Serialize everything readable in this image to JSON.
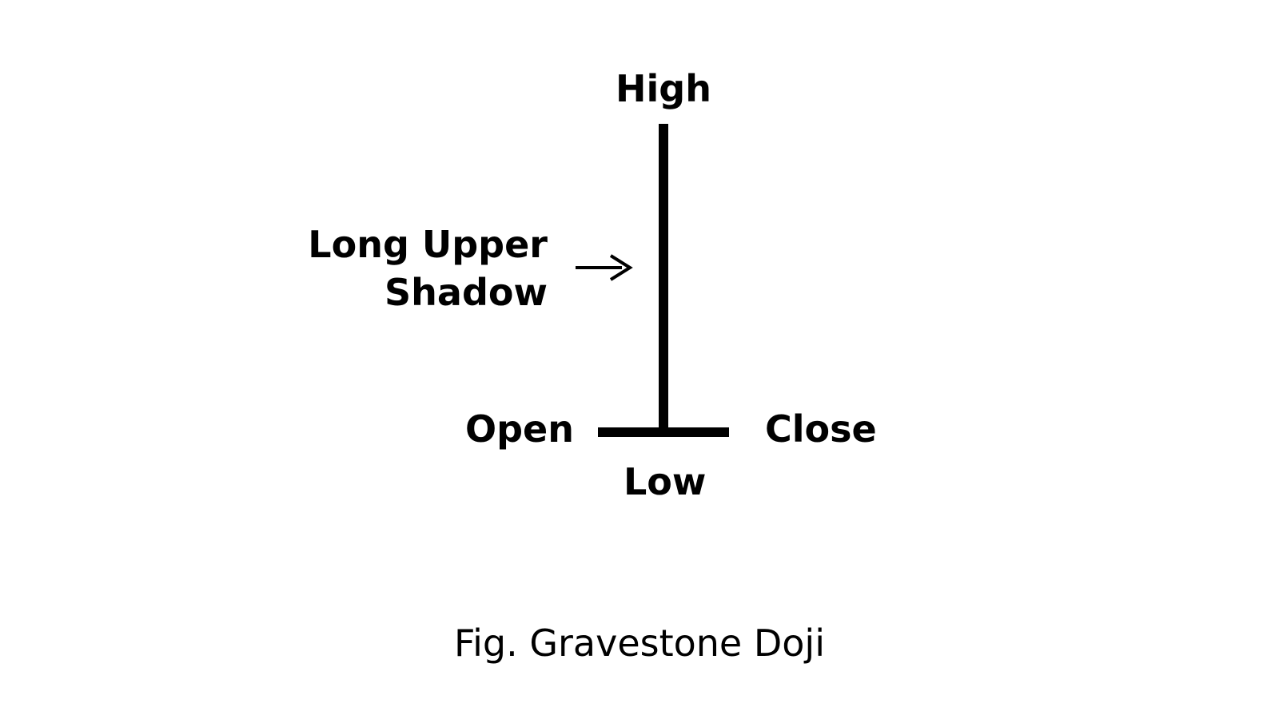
{
  "labels": {
    "high": "High",
    "open": "Open",
    "close": "Close",
    "low": "Low",
    "shadow_line1": "Long Upper",
    "shadow_line2": "Shadow"
  },
  "caption": "Fig. Gravestone Doji",
  "colors": {
    "ink": "#000000",
    "background": "#ffffff"
  },
  "icons": {
    "pointer": "arrow-right-icon"
  }
}
